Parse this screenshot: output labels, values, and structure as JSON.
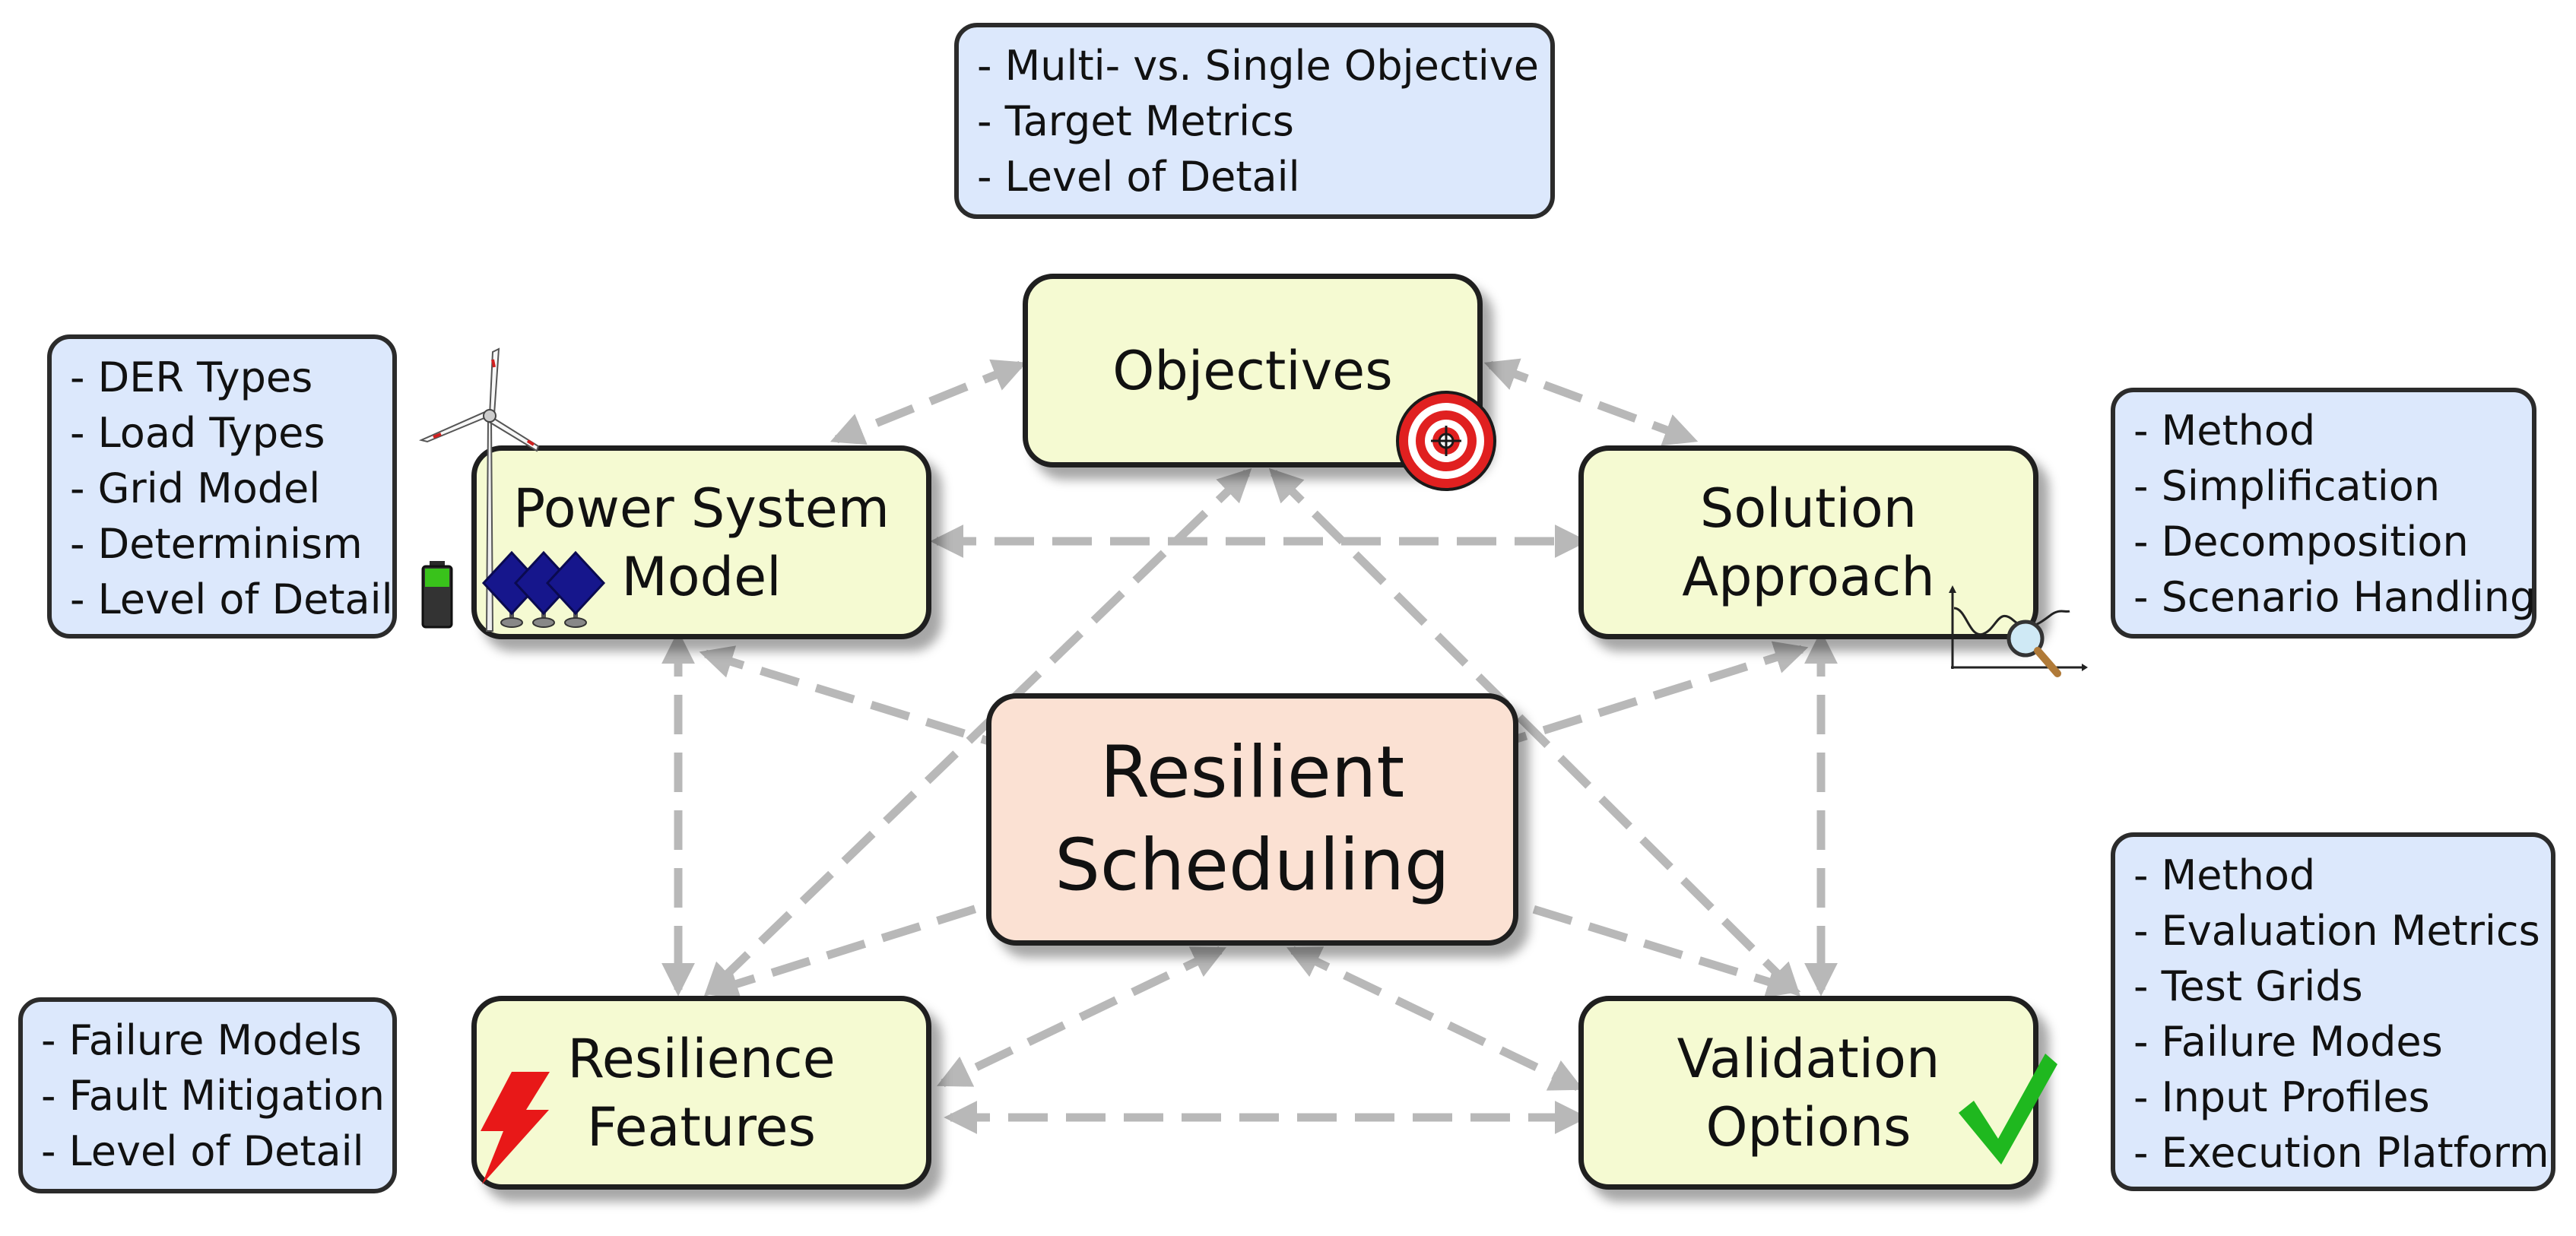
{
  "center": {
    "label": "Resilient\nScheduling"
  },
  "nodes": {
    "objectives": "Objectives",
    "power_system_model": "Power System\nModel",
    "solution_approach": "Solution\nApproach",
    "resilience_features": "Resilience\nFeatures",
    "validation_options": "Validation\nOptions"
  },
  "details": {
    "objectives": [
      "Multi- vs. Single Objective",
      "Target Metrics",
      "Level of Detail"
    ],
    "power_system_model": [
      "DER Types",
      "Load Types",
      "Grid Model",
      "Determinism",
      "Level of Detail"
    ],
    "solution_approach": [
      "Method",
      "Simplification",
      "Decomposition",
      "Scenario Handling"
    ],
    "resilience_features": [
      "Failure Models",
      "Fault Mitigation",
      "Level of Detail"
    ],
    "validation_options": [
      "Method",
      "Evaluation Metrics",
      "Test Grids",
      "Failure Modes",
      "Input Profiles",
      "Execution Platform"
    ]
  },
  "icons": {
    "objectives": "target-icon",
    "power_system_model": "wind-turbine-solar-battery-icon",
    "solution_approach": "magnifier-chart-icon",
    "resilience_features": "lightning-bolt-icon",
    "validation_options": "checkmark-icon"
  },
  "colors": {
    "node_fill": "#f5fad2",
    "center_fill": "#fbe1d3",
    "detail_fill": "#dce8fc",
    "connector": "#b8b8b8",
    "bolt": "#e81818",
    "check": "#1fb81f",
    "target": "#e02020",
    "solar": "#16168c",
    "battery": "#39c21b"
  }
}
